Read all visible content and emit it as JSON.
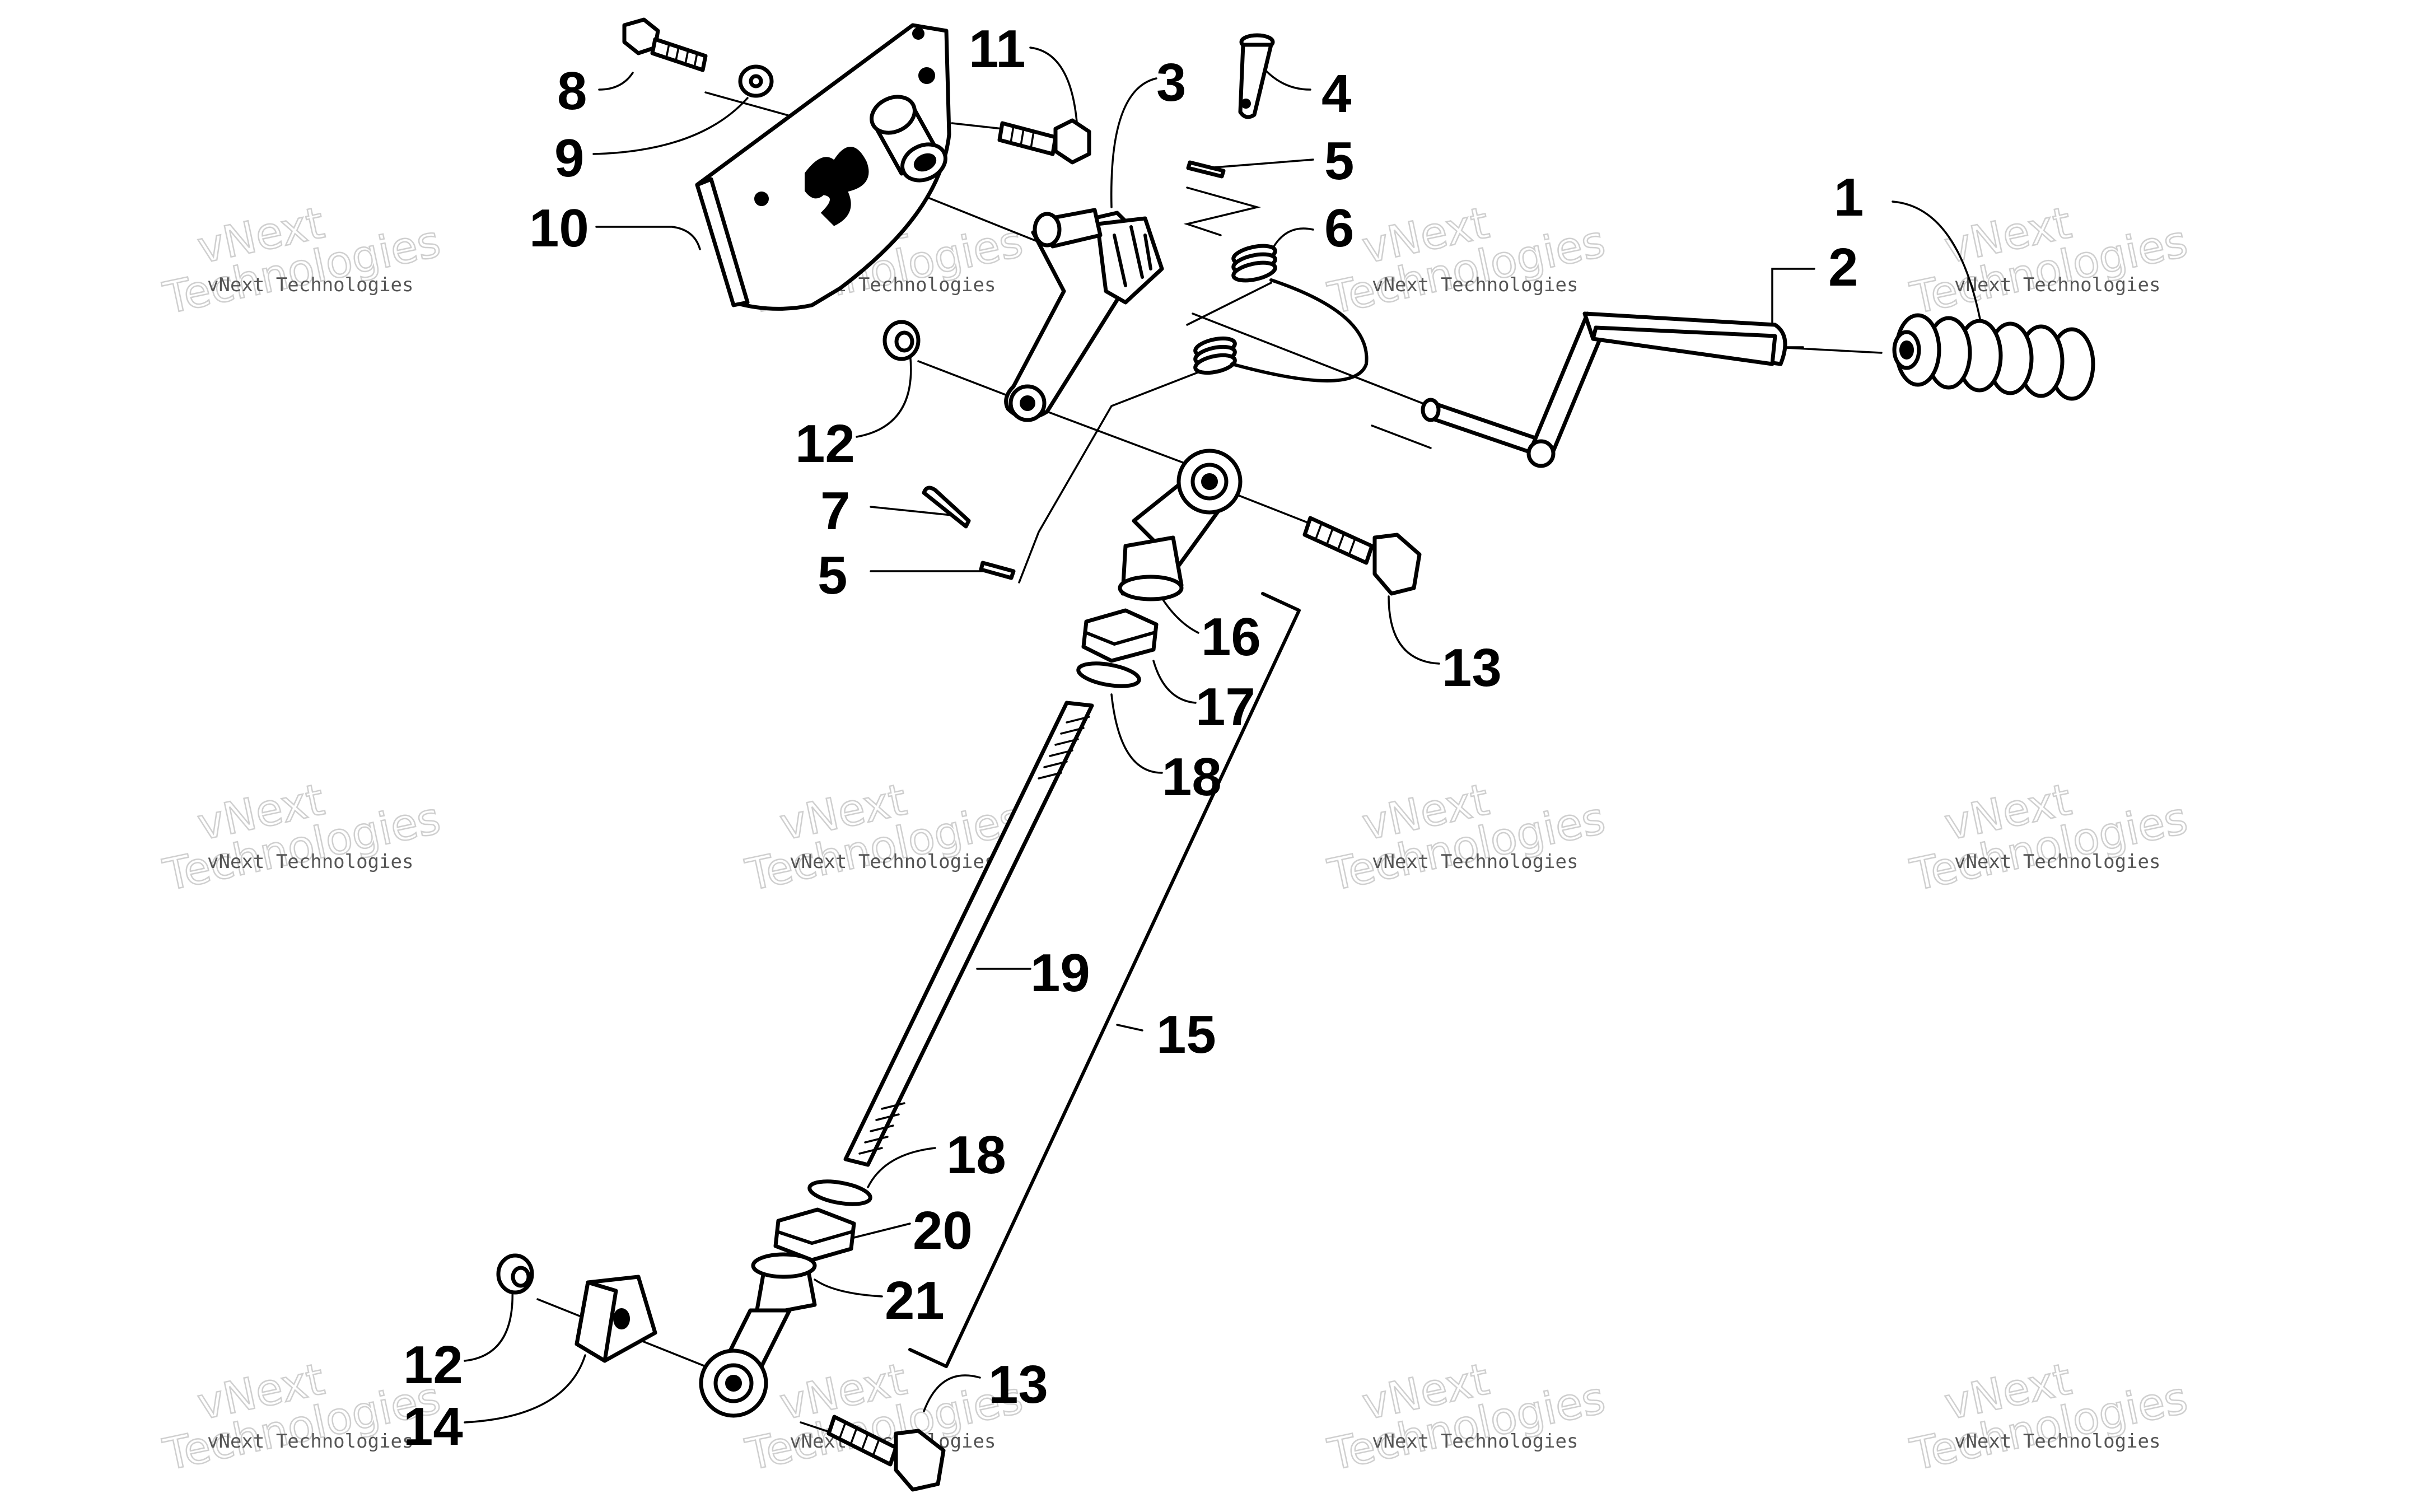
{
  "labels": [
    {
      "id": "l1",
      "text": "1"
    },
    {
      "id": "l2",
      "text": "2"
    },
    {
      "id": "l3",
      "text": "3"
    },
    {
      "id": "l4",
      "text": "4"
    },
    {
      "id": "l5a",
      "text": "5"
    },
    {
      "id": "l6",
      "text": "6"
    },
    {
      "id": "l7",
      "text": "7"
    },
    {
      "id": "l5b",
      "text": "5"
    },
    {
      "id": "l8",
      "text": "8"
    },
    {
      "id": "l9",
      "text": "9"
    },
    {
      "id": "l10",
      "text": "10"
    },
    {
      "id": "l11",
      "text": "11"
    },
    {
      "id": "l12a",
      "text": "12"
    },
    {
      "id": "l13a",
      "text": "13"
    },
    {
      "id": "l16",
      "text": "16"
    },
    {
      "id": "l17",
      "text": "17"
    },
    {
      "id": "l18a",
      "text": "18"
    },
    {
      "id": "l19",
      "text": "19"
    },
    {
      "id": "l15",
      "text": "15"
    },
    {
      "id": "l18b",
      "text": "18"
    },
    {
      "id": "l20",
      "text": "20"
    },
    {
      "id": "l21",
      "text": "21"
    },
    {
      "id": "l12b",
      "text": "12"
    },
    {
      "id": "l14",
      "text": "14"
    },
    {
      "id": "l13b",
      "text": "13"
    }
  ],
  "watermark": {
    "line1": "vNext Technologies",
    "line2a": "vNext",
    "line2b": "Technologies"
  }
}
